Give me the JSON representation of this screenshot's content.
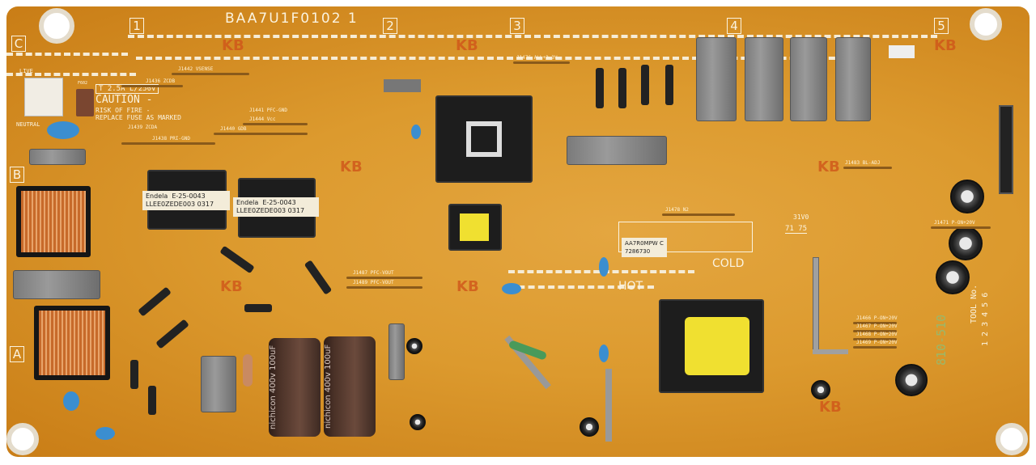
{
  "board": {
    "id": "BAA7U1F0102 1",
    "zones_num": [
      "1",
      "2",
      "3",
      "4",
      "5"
    ],
    "zones_letter": [
      "C",
      "B",
      "A"
    ],
    "kb_mark": "KB"
  },
  "silk": {
    "fuse_rating": "T 2.5A L/250V",
    "caution_title": "CAUTION -",
    "caution_line1": "RISK OF FIRE -",
    "caution_line2": "REPLACE FUSE AS MARKED",
    "live": "LIVE",
    "neutral": "NEUTRAL",
    "hot": "HOT",
    "cold": "COLD",
    "fuse_ref": "F602",
    "tool_title": "TOOL No.",
    "tool_nums": "1 2 3 4 5 6",
    "code_510": "810-510",
    "ul": "31V0",
    "date": "71 75"
  },
  "traces": [
    {
      "ref": "J1442",
      "net": "VSENSE"
    },
    {
      "ref": "J1436",
      "net": "ZCDB"
    },
    {
      "ref": "J1439",
      "net": "ZCDA"
    },
    {
      "ref": "J1438",
      "net": "PRI-GND"
    },
    {
      "ref": "J1441",
      "net": "PFC-GND"
    },
    {
      "ref": "J1444",
      "net": "Vcc"
    },
    {
      "ref": "J1440",
      "net": "GDB"
    },
    {
      "ref": "J1476",
      "net": "ALL+3.3V"
    },
    {
      "ref": "J1487",
      "net": "PFC-VOUT"
    },
    {
      "ref": "J1489",
      "net": "PFC-VOUT"
    },
    {
      "ref": "J1471",
      "net": "P-ON+20V"
    },
    {
      "ref": "J1466",
      "net": "P-ON+20V"
    },
    {
      "ref": "J1467",
      "net": "P-ON+20V"
    },
    {
      "ref": "J1468",
      "net": "P-ON+20V"
    },
    {
      "ref": "J1469",
      "net": "P-ON+20V"
    },
    {
      "ref": "J1478",
      "net": "N2"
    },
    {
      "ref": "J1483",
      "net": "BL-ADJ"
    }
  ],
  "transformer_labels": [
    {
      "brand": "Endela",
      "code": "E-25-0043",
      "lot": "LLEE0ZEDE003 0317"
    },
    {
      "brand": "Endela",
      "code": "E-25-0043",
      "lot": "LLEE0ZEDE003 0317"
    }
  ],
  "sticker": {
    "line1": "AA7R0MPW C",
    "line2": "7286730"
  },
  "capacitor_text": "nichicon 400v 100uF",
  "colors": {
    "board": "#dc9a2e",
    "silkscreen": "#fbf3df",
    "transformer": "#1d1d1d",
    "bobbin": "#f0e030"
  }
}
